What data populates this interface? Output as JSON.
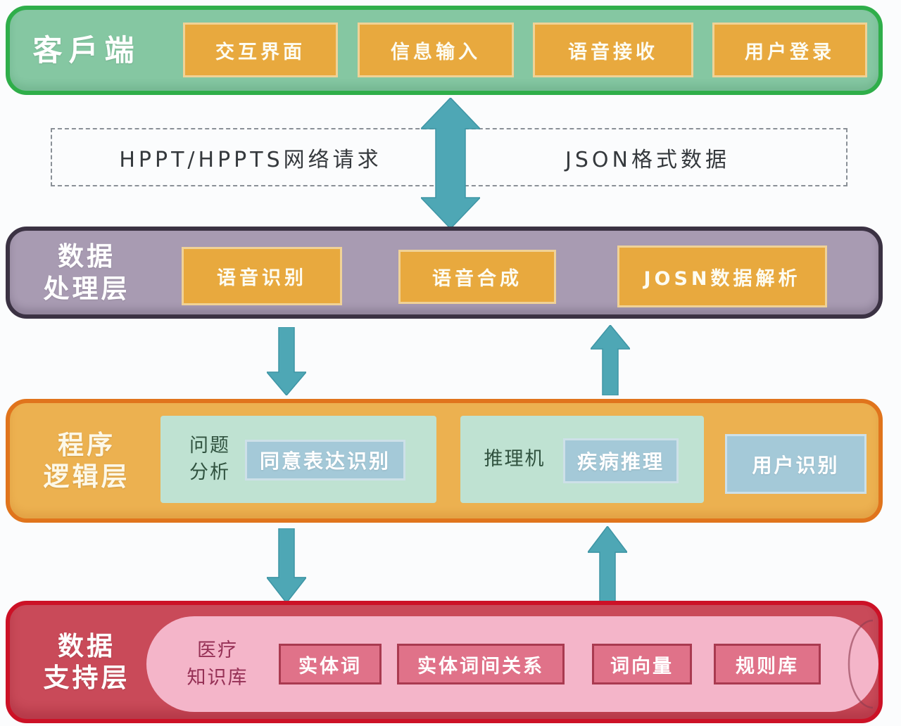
{
  "colors": {
    "page_bg": "#fbfcfd",
    "green_fill": "#85c7a2",
    "green_border": "#2fae4a",
    "orange_chip_fill": "#e8a93e",
    "orange_chip_border": "#f0d296",
    "purple_fill": "#a89bb2",
    "purple_border": "#3b3243",
    "amber_fill": "#ecb150",
    "amber_border": "#e0741c",
    "mint_fill": "#bfe2d2",
    "mint_text": "#30523f",
    "blue_chip_fill": "#a4c9d8",
    "blue_chip_border": "#cde0e8",
    "red_fill": "#c94a59",
    "red_border": "#cc1126",
    "pink_fill": "#f4b5c9",
    "rose_chip_fill": "#e07289",
    "rose_chip_border": "#a93a50",
    "db_text": "#963156",
    "arrow_fill": "#4ea7b5",
    "arrow_stroke": "#3e95a5",
    "dashed_border": "#8a9097",
    "dashed_text": "#35393d"
  },
  "client": {
    "label": "客戶端",
    "boxes": [
      "交互界面",
      "信息输入",
      "语音接收",
      "用户登录"
    ]
  },
  "transport": {
    "request_label": "HPPT/HPPTS网络请求",
    "data_label": "JSON格式数据"
  },
  "processing": {
    "label": [
      "数据",
      "处理层"
    ],
    "boxes": [
      "语音识别",
      "语音合成",
      "JOSN数据解析"
    ]
  },
  "logic": {
    "label": [
      "程序",
      "逻辑层"
    ],
    "question_group": {
      "label": [
        "问题",
        "分析"
      ],
      "chip": "同意表达识别"
    },
    "inference_group": {
      "label": "推理机",
      "chip": "疾病推理"
    },
    "user_chip": "用户识别"
  },
  "support": {
    "label": [
      "数据",
      "支持层"
    ],
    "db_label": [
      "医疗",
      "知识库"
    ],
    "boxes": [
      "实体词",
      "实体词间关系",
      "词向量",
      "规则库"
    ]
  }
}
